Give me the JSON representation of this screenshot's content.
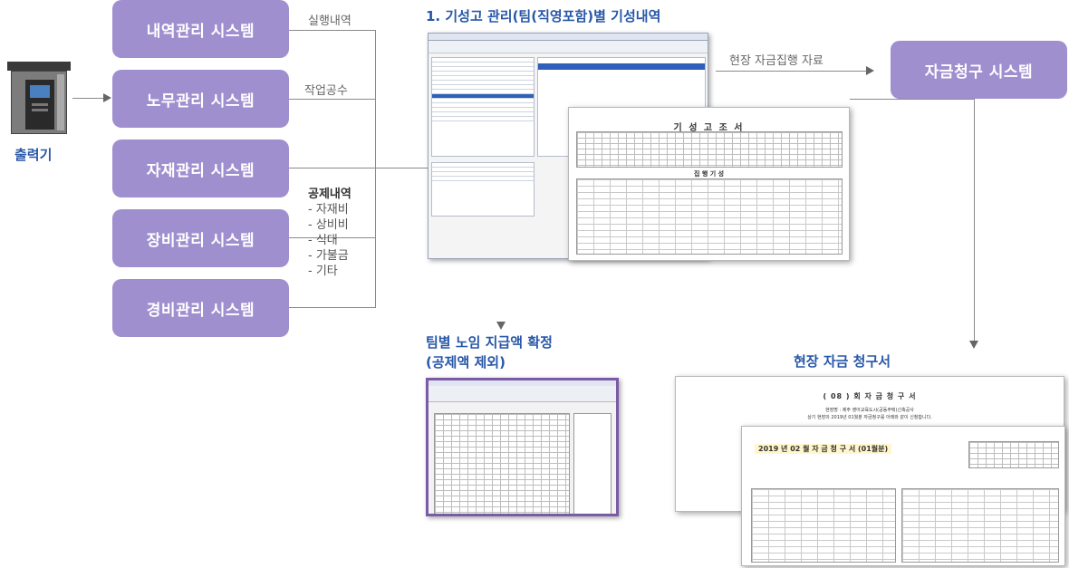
{
  "printer": {
    "label": "출력기"
  },
  "systems": [
    {
      "label": "내역관리 시스템"
    },
    {
      "label": "노무관리 시스템"
    },
    {
      "label": "자재관리 시스템"
    },
    {
      "label": "장비관리 시스템"
    },
    {
      "label": "경비관리 시스템"
    }
  ],
  "flows": {
    "execution": "실행내역",
    "labor_hours": "작업공수",
    "site_funds": "현장 자금집행 자료"
  },
  "deductions": {
    "title": "공제내역",
    "items": [
      "- 자재비",
      "- 상비비",
      "- 식대",
      "- 가불금",
      "- 기타"
    ]
  },
  "fund_request_system": {
    "label": "자금청구 시스템"
  },
  "progress_screen": {
    "title": "1. 기성고 관리(팀(직영포함)별 기성내역"
  },
  "progress_doc": {
    "title": "기 성 고 조 서",
    "subtitle": "집 행 기 성"
  },
  "team_payment": {
    "title_line1": "팀별 노임 지급액 확정",
    "title_line2": "(공제액 제외)"
  },
  "site_request": {
    "title": "현장 자금 청구서"
  },
  "request_doc_back": {
    "title": "( 08 ) 회 자 금 청 구 서",
    "line1": "현장명 : 제주 영어교육도시(공동주택)신축공사",
    "line2": "상기 현장의 2019년 01월분 자금청구를 아래와 같이 신청합니다."
  },
  "request_doc_front": {
    "title": "2019 년  02 월  자 금 청 구 서 (01월분)"
  },
  "colors": {
    "system_box": "#a08fcf",
    "blue_title": "#2757a8",
    "line": "#8a8a8a"
  }
}
